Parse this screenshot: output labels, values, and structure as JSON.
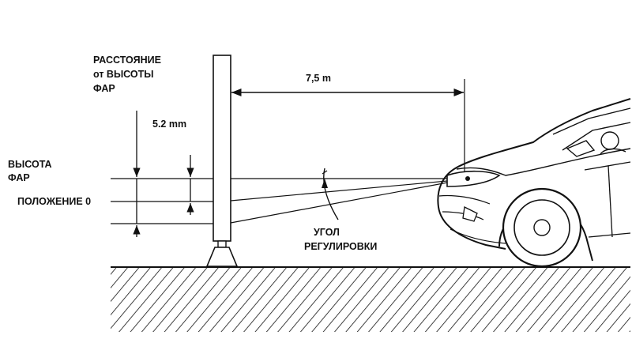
{
  "labels": {
    "distance_from_height_line1": "РАССТОЯНИЕ",
    "distance_from_height_line2": "от ВЫСОТЫ",
    "distance_from_height_line3": "ФАР",
    "offset_value": "5.2 mm",
    "distance_value": "7,5 m",
    "headlight_height_line1": "ВЫСОТА",
    "headlight_height_line2": "ФАР",
    "position_zero": "ПОЛОЖЕНИЕ 0",
    "adjust_angle_line1": "УГОЛ",
    "adjust_angle_line2": "РЕГУЛИРОВКИ"
  },
  "colors": {
    "ink": "#111111",
    "background": "#ffffff"
  }
}
